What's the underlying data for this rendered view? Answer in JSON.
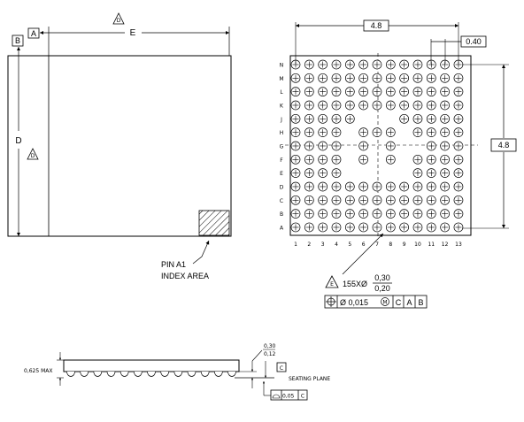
{
  "top_view": {
    "datum_a": "A",
    "datum_b": "B",
    "dim_e": "E",
    "dim_d": "D",
    "note_d_top": "D",
    "note_d_side": "D",
    "pin_a1_label_line1": "PIN A1",
    "pin_a1_label_line2": "INDEX AREA"
  },
  "bottom_view": {
    "pitch_total_horizontal": "4.8",
    "pitch_total_vertical": "4.8",
    "pitch": "0.40",
    "row_labels": [
      "N",
      "M",
      "L",
      "K",
      "J",
      "H",
      "G",
      "F",
      "E",
      "D",
      "C",
      "B",
      "A"
    ],
    "col_labels": [
      "1",
      "2",
      "3",
      "4",
      "5",
      "6",
      "7",
      "8",
      "9",
      "10",
      "11",
      "12",
      "13"
    ],
    "ball_map": [
      "1111111111111",
      "1111111111111",
      "1111111111111",
      "1111111111111",
      "1111100011111",
      "1111011101111",
      "1111010100111",
      "1111010101111",
      "1111000001111",
      "1111111111111",
      "1111111111111",
      "1111111111111",
      "1111111111111"
    ],
    "ball_note_flag": "E",
    "ball_note_count": "155XØ",
    "ball_dia_max": "0,30",
    "ball_dia_min": "0,20",
    "fcf_symbol": "⊕",
    "fcf_tolerance": "Ø 0,015",
    "fcf_modifier": "M",
    "fcf_datum1": "C",
    "fcf_datum2": "A",
    "fcf_datum3": "B"
  },
  "side_view": {
    "height": "0,625 MAX",
    "standoff_max": "0,30",
    "standoff_min": "0,12",
    "datum_c": "C",
    "seating_plane": "SEATING PLANE",
    "flatness_tol": "0,05",
    "flatness_datum": "C"
  }
}
